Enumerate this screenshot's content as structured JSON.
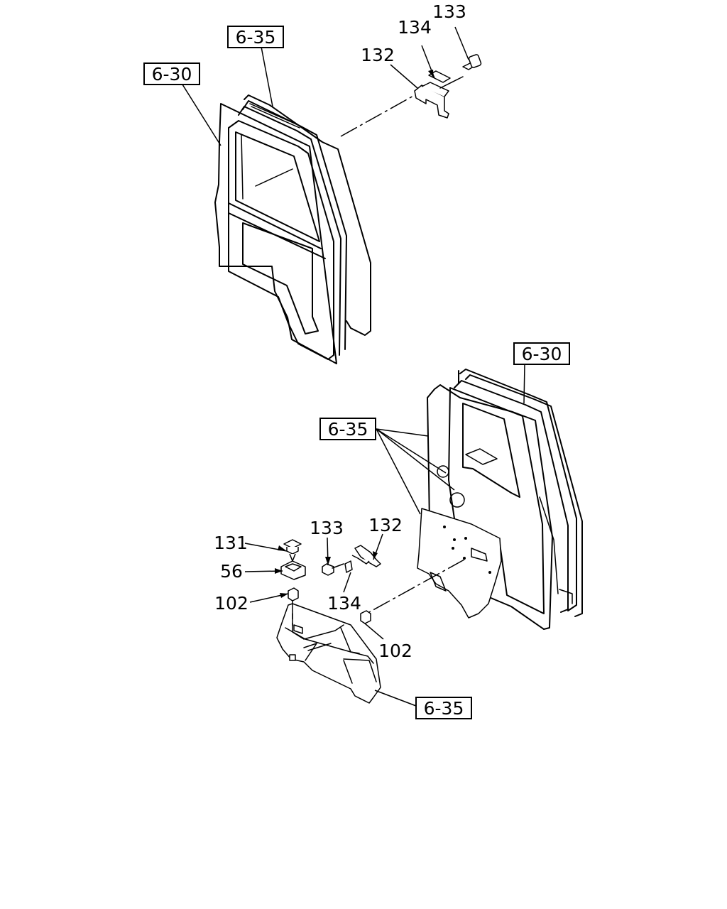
{
  "callouts": {
    "ref_6_35_top": "6-35",
    "ref_6_30_top": "6-30",
    "ref_6_30_right": "6-30",
    "ref_6_35_mid": "6-35",
    "ref_6_35_bottom": "6-35",
    "part_133_top": "133",
    "part_134_top": "134",
    "part_132_top": "132",
    "part_131": "131",
    "part_56": "56",
    "part_102_left": "102",
    "part_133_mid": "133",
    "part_132_mid": "132",
    "part_134_mid": "134",
    "part_102_right": "102"
  }
}
